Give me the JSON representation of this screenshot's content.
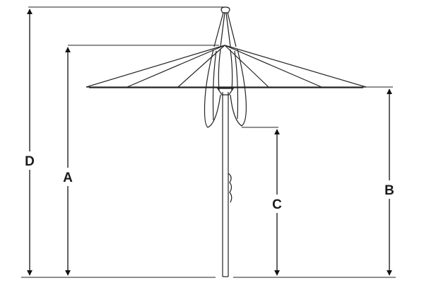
{
  "dimensions": [
    {
      "key": "D",
      "label": "D"
    },
    {
      "key": "A",
      "label": "A"
    },
    {
      "key": "C",
      "label": "C"
    },
    {
      "key": "B",
      "label": "B"
    }
  ],
  "colors": {
    "line": "#222222",
    "background": "#ffffff"
  }
}
